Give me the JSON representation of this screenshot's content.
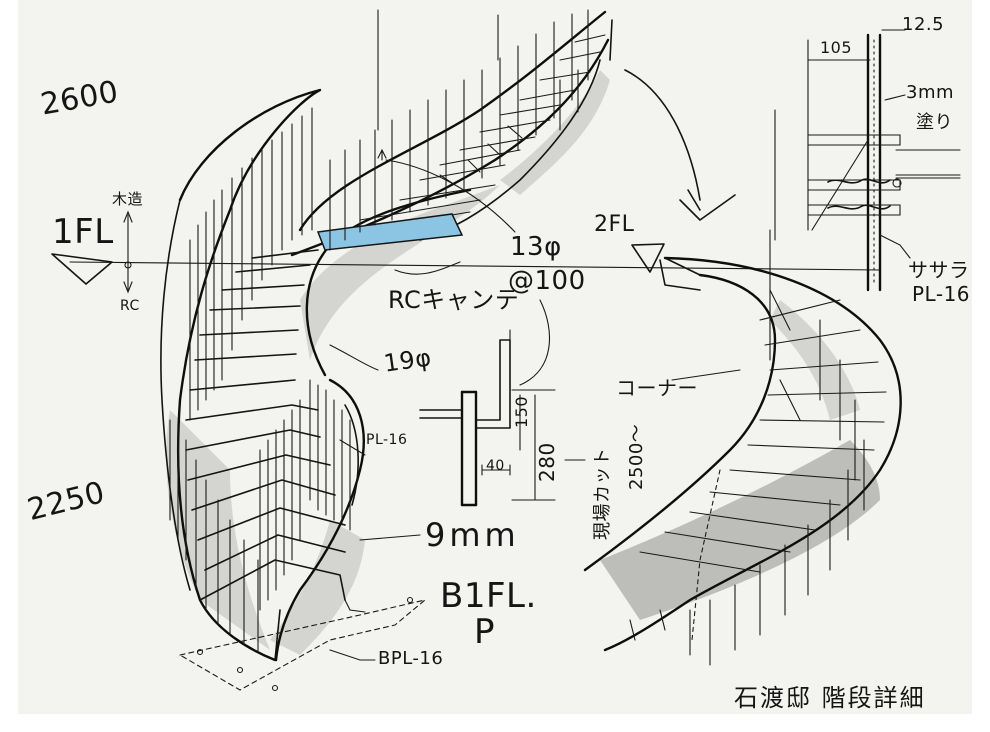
{
  "labels": {
    "dim_top_left": "2600",
    "dim_bottom_left": "2250",
    "floor_1fl": "1FL",
    "wood_label": "木造",
    "rc_small": "RC",
    "rc_cantilever": "RCキャンテ",
    "rod_spec_line1": "13φ",
    "rod_spec_line2": "@100",
    "rod_diameter": "19φ",
    "plate_pl16": "PL-16",
    "thickness_9mm": "9mm",
    "b1fl": "B1FL.",
    "b1fl_marker": "P",
    "base_plate": "BPL-16",
    "dim_150": "150",
    "dim_280": "280",
    "dim_40": "40",
    "dim_cut": "現場カット",
    "dim_2500": "2500～",
    "fl2": "2FL",
    "corner": "コーナー",
    "dim_105": "105",
    "dim_12_5": "12.5",
    "paint_3mm_1": "3mm",
    "paint_3mm_2": "塗り",
    "sasara_1": "ササラ",
    "sasara_2": "PL-16",
    "title": "石渡邸 階段詳細"
  },
  "colors": {
    "paper": "#f3f3ef",
    "ink": "#161616",
    "shade": "#b9b9b6",
    "landing_blue": "#8cc4e4"
  }
}
